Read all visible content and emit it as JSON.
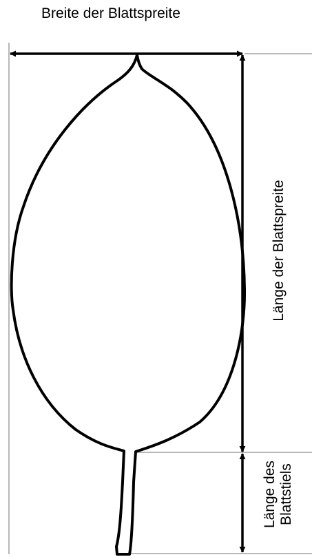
{
  "labels": {
    "blade_width": "Breite der Blattspreite",
    "blade_length": "Länge der Blattspreite",
    "petiole_length_line1": "Länge des",
    "petiole_length_line2": "Blattstiels"
  },
  "colors": {
    "outline": "#000000",
    "guide_lines": "#a0a0a0",
    "background": "#ffffff"
  }
}
